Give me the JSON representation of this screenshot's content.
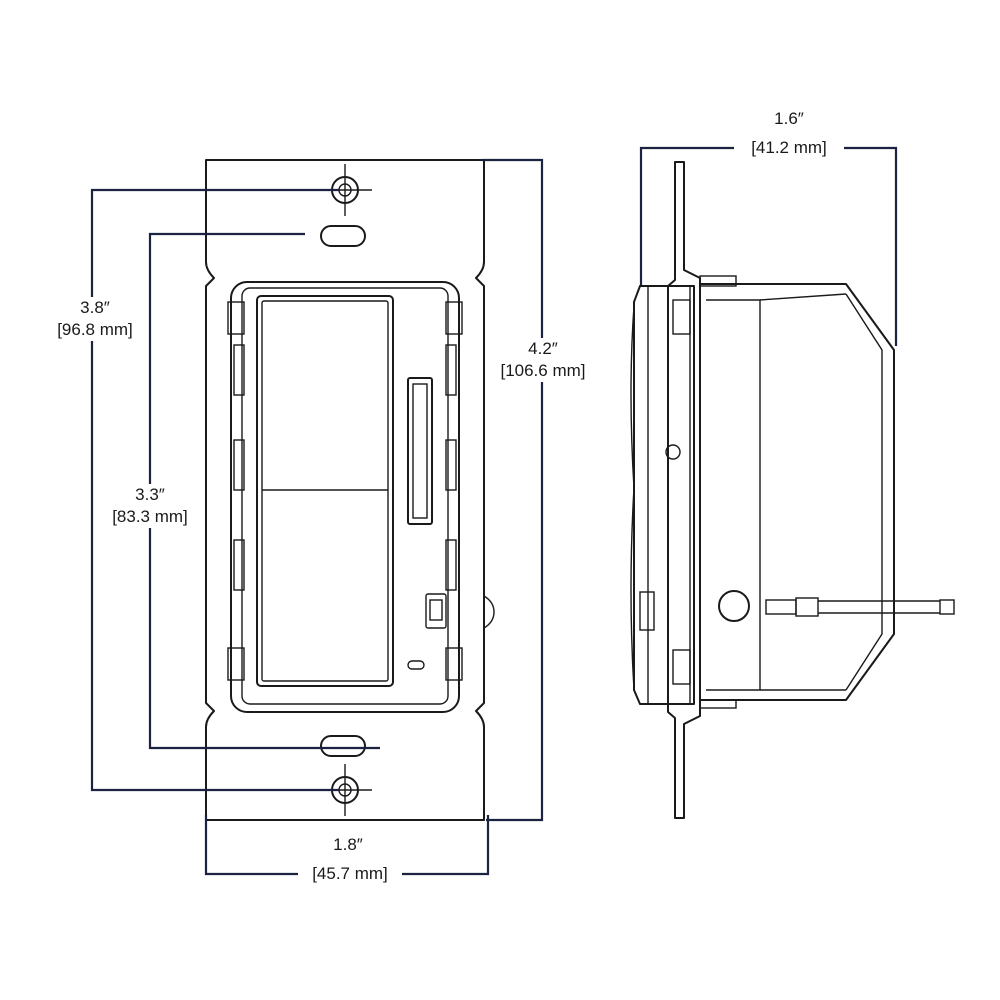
{
  "dimensions": {
    "overall_width": {
      "imperial": "1.8″",
      "metric": "[45.7 mm]"
    },
    "overall_height": {
      "imperial": "4.2″",
      "metric": "[106.6 mm]"
    },
    "outer_hole_spacing": {
      "imperial": "3.8″",
      "metric": "[96.8 mm]"
    },
    "inner_hole_spacing": {
      "imperial": "3.3″",
      "metric": "[83.3 mm]"
    },
    "depth": {
      "imperial": "1.6″",
      "metric": "[41.2 mm]"
    }
  },
  "colors": {
    "line": "#1a1a1a",
    "dimension_line": "#1c2340",
    "background": "#ffffff"
  }
}
